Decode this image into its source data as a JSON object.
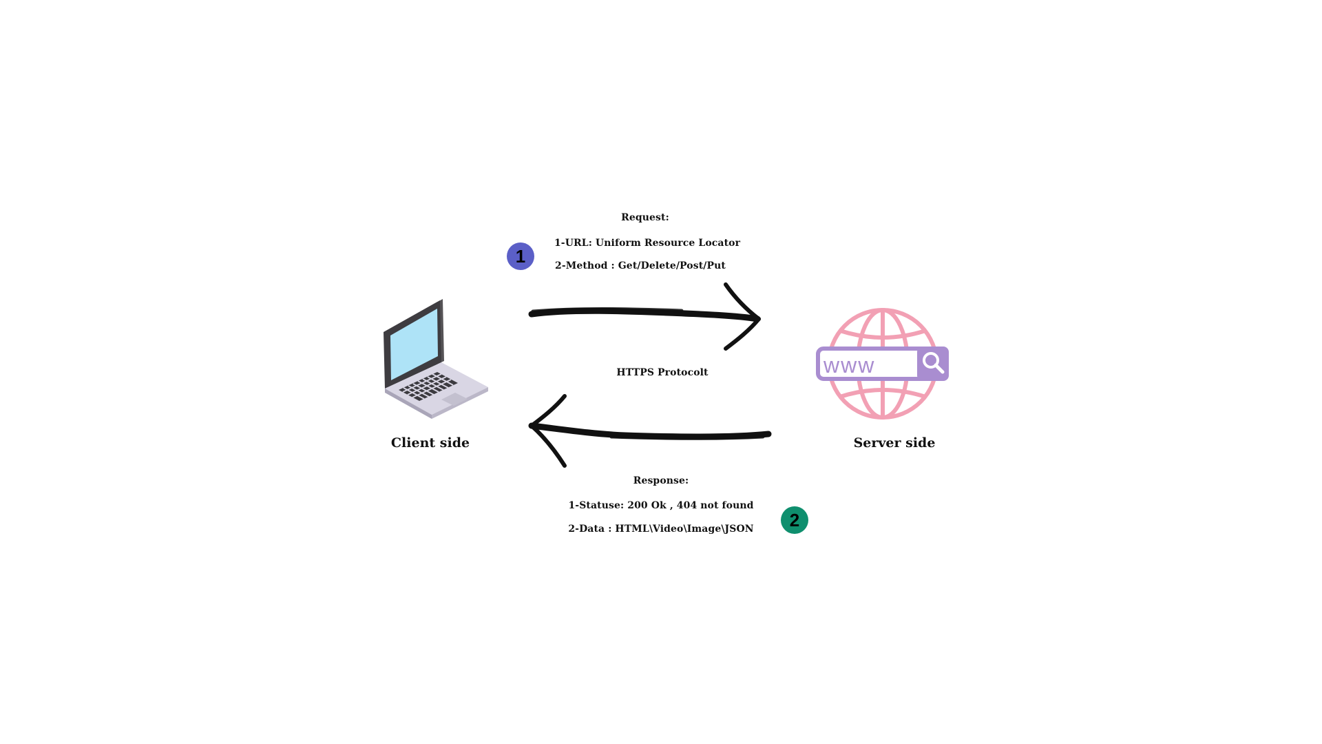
{
  "client": {
    "label": "Client side"
  },
  "server": {
    "label": "Server side",
    "search_text": "www"
  },
  "request": {
    "title": "Request:",
    "items": [
      "1-URL: Uniform Resource Locator",
      "2-Method : Get/Delete/Post/Put"
    ],
    "step": "1"
  },
  "protocol": {
    "label": "HTTPS Protocolt"
  },
  "response": {
    "title": "Response:",
    "items": [
      "1-Statuse: 200 Ok , 404 not found",
      "2-Data : HTML\\Video\\Image\\JSON"
    ],
    "step": "2"
  },
  "colors": {
    "step1_badge": "#5b5fc7",
    "step2_badge": "#0f8f6e",
    "globe": "#f2a0b4",
    "search_bar": "#a98dd0",
    "laptop_screen": "#aee3f7",
    "laptop_body": "#d9d6e4",
    "arrow": "#111111"
  }
}
